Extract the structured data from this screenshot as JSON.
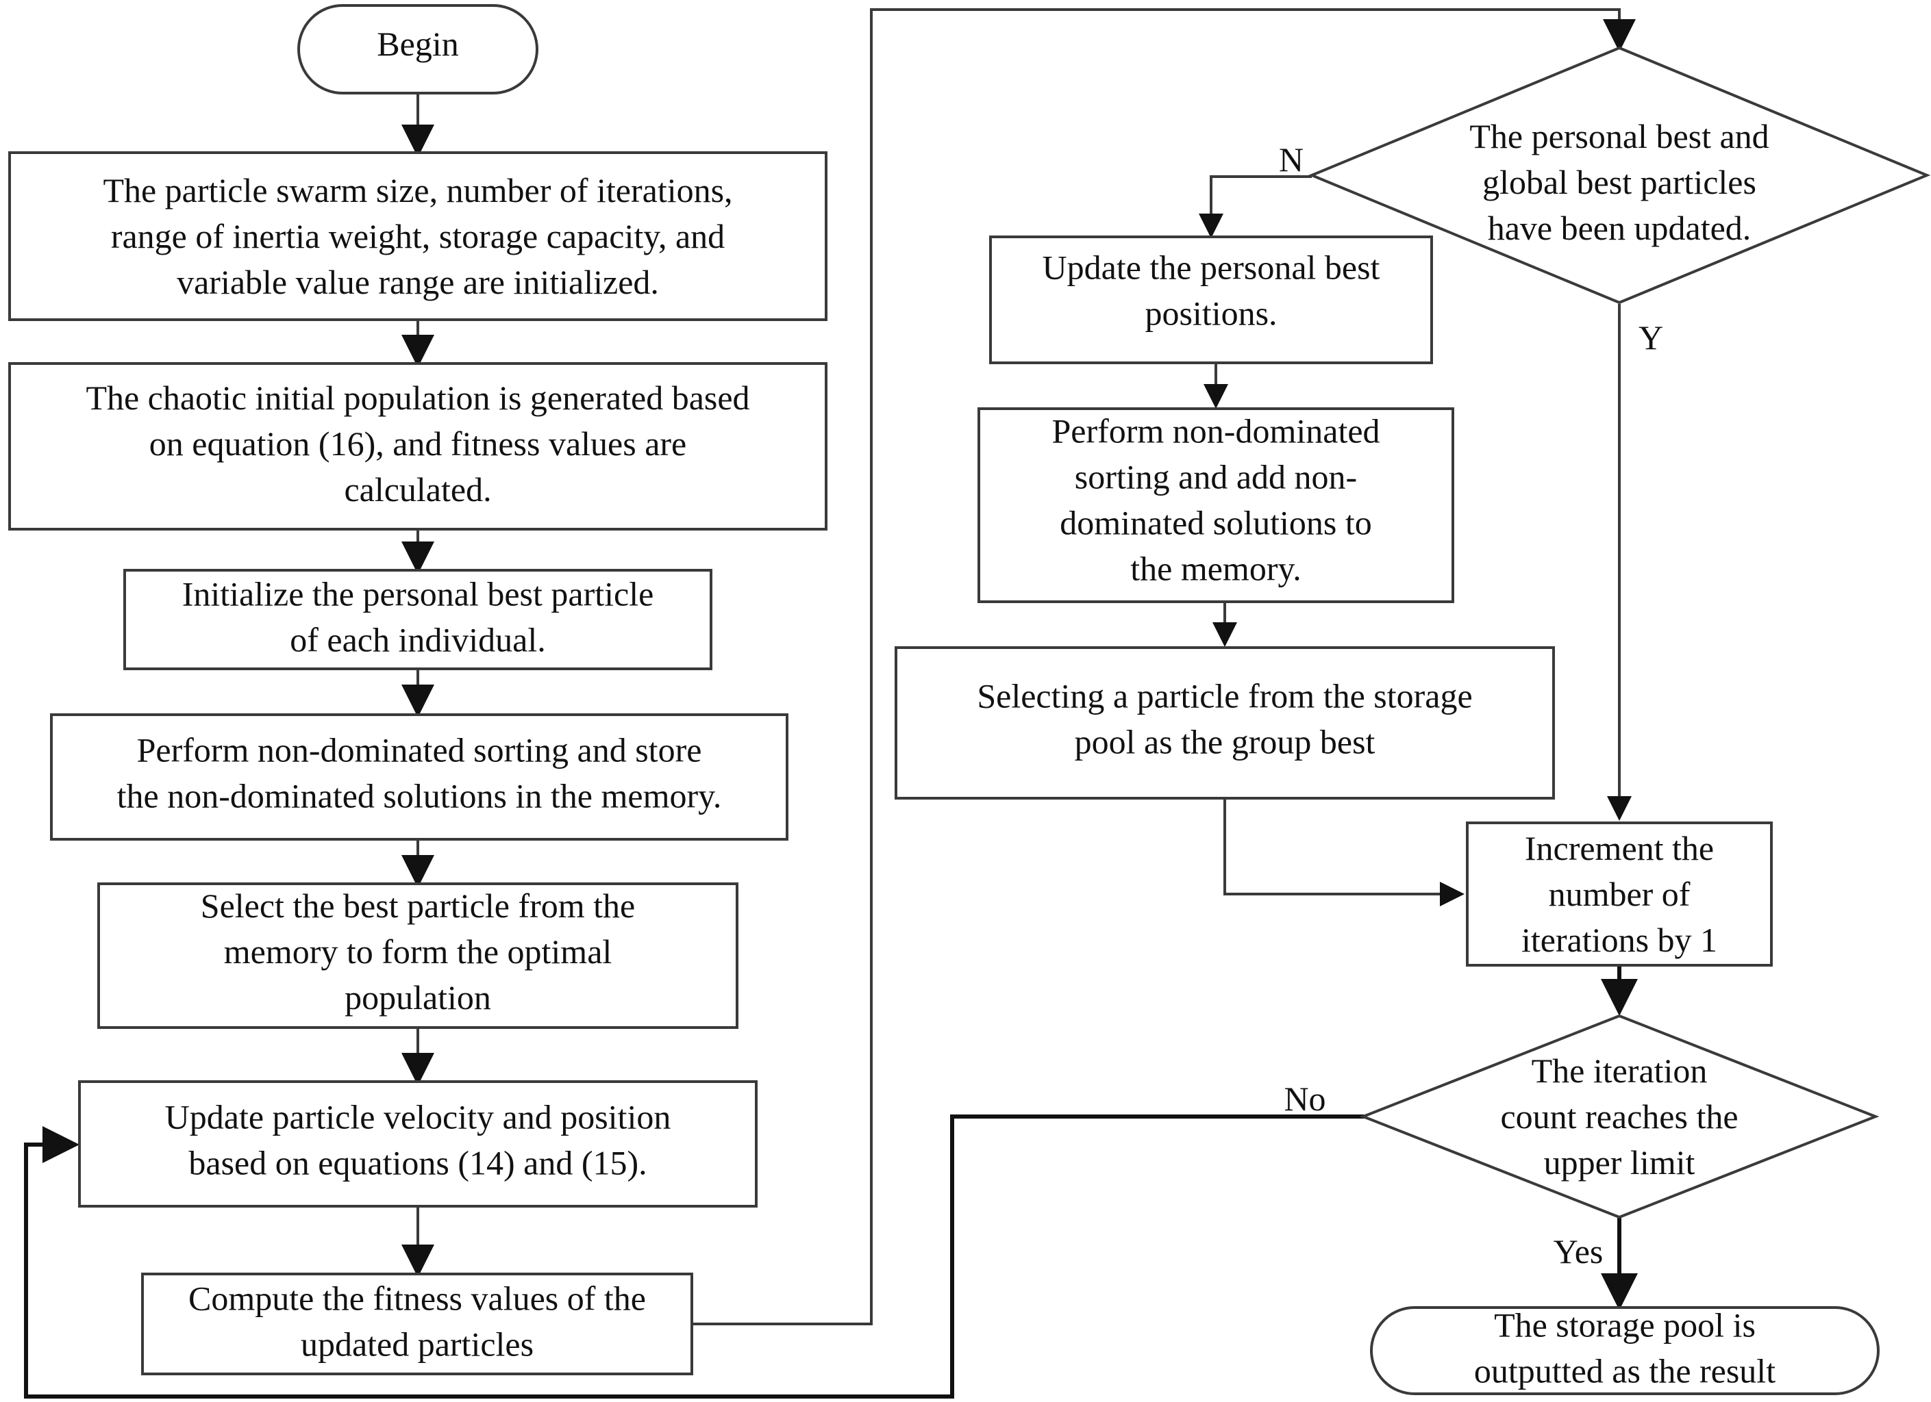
{
  "nodes": {
    "begin": {
      "lines": [
        "Begin"
      ]
    },
    "init_params": {
      "lines": [
        "The particle swarm size, number of iterations,",
        "range of inertia weight, storage capacity, and",
        "variable value range are initialized."
      ]
    },
    "chaotic_pop": {
      "lines": [
        "The chaotic initial population is generated based",
        "on equation (16), and fitness values are",
        "calculated."
      ]
    },
    "init_pbest": {
      "lines": [
        "Initialize the personal best particle",
        "of each individual."
      ]
    },
    "nds_store": {
      "lines": [
        "Perform non-dominated sorting and store",
        "the non-dominated solutions in the memory."
      ]
    },
    "select_best": {
      "lines": [
        "Select the best particle from the",
        "memory to form the optimal",
        "population"
      ]
    },
    "update_vel": {
      "lines": [
        "Update particle velocity and position",
        "based on equations (14) and (15)."
      ]
    },
    "compute_fit": {
      "lines": [
        "Compute the fitness values of the",
        "updated particles"
      ]
    },
    "decision_updated": {
      "lines": [
        "The personal best and",
        "global best particles",
        "have been updated."
      ]
    },
    "update_pbest": {
      "lines": [
        "Update the personal best",
        "positions."
      ]
    },
    "nds_add": {
      "lines": [
        "Perform non-dominated",
        "sorting and add non-",
        "dominated solutions to",
        "the memory."
      ]
    },
    "select_gbest": {
      "lines": [
        "Selecting a particle from the storage",
        "pool as the group best"
      ]
    },
    "increment": {
      "lines": [
        "Increment the",
        "number of",
        "iterations by 1"
      ]
    },
    "decision_limit": {
      "lines": [
        "The iteration",
        "count reaches the",
        "upper limit"
      ]
    },
    "output": {
      "lines": [
        "The storage pool is",
        "outputted as the result"
      ]
    }
  },
  "edge_labels": {
    "updated_no": "N",
    "updated_yes": "Y",
    "limit_no": "No",
    "limit_yes": "Yes"
  }
}
